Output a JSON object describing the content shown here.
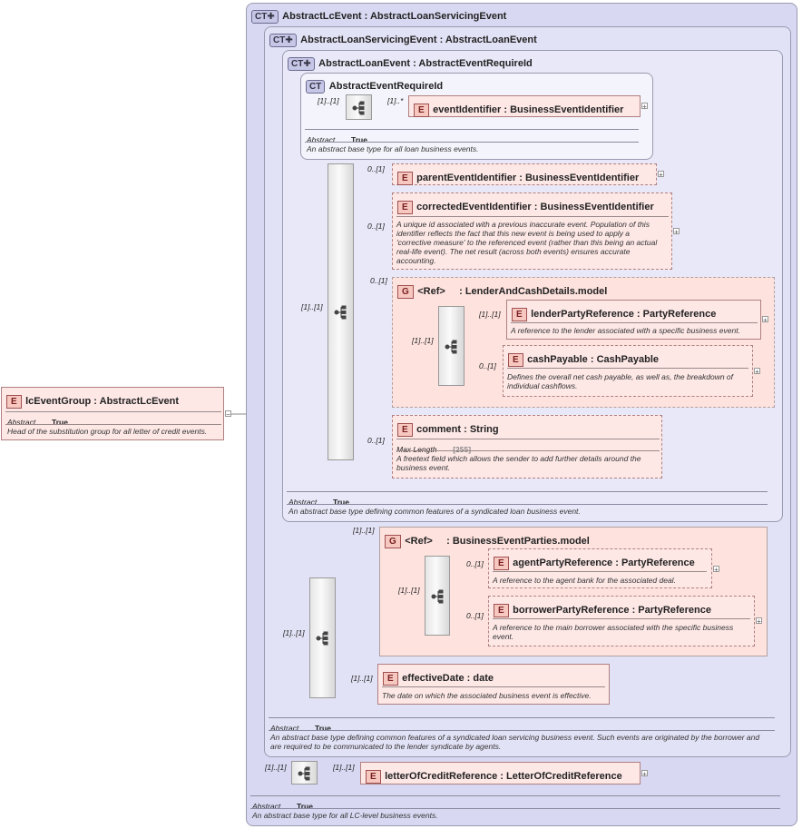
{
  "root": {
    "name": "lcEventGroup",
    "type": "AbstractLcEvent",
    "abstract_label": "Abstract",
    "abstract_value": "True",
    "doc": "Head of the substitution group for all letter of credit events."
  },
  "ct1": {
    "name": "AbstractLcEvent",
    "base": "AbstractLoanServicingEvent",
    "abstract_label": "Abstract",
    "abstract_value": "True",
    "doc": "An abstract base type for all LC-level business events."
  },
  "ct2": {
    "name": "AbstractLoanServicingEvent",
    "base": "AbstractLoanEvent",
    "abstract_label": "Abstract",
    "abstract_value": "True",
    "doc": "An abstract base type defining common features of a syndicated loan servicing business event. Such events are originated by the borrower and are required to be communicated to the lender syndicate by agents."
  },
  "ct3": {
    "name": "AbstractLoanEvent",
    "base": "AbstractEventRequireId",
    "abstract_label": "Abstract",
    "abstract_value": "True",
    "doc": "An abstract base type defining common features of a syndicated loan business event."
  },
  "ct4": {
    "name": "AbstractEventRequireId",
    "abstract_label": "Abstract",
    "abstract_value": "True",
    "doc": "An abstract base type for all loan business events."
  },
  "elements": {
    "eventIdentifier": {
      "name": "eventIdentifier",
      "type": "BusinessEventIdentifier",
      "card": "[1]..*"
    },
    "parentEventIdentifier": {
      "name": "parentEventIdentifier",
      "type": "BusinessEventIdentifier",
      "card": "0..[1]"
    },
    "correctedEventIdentifier": {
      "name": "correctedEventIdentifier",
      "type": "BusinessEventIdentifier",
      "card": "0..[1]",
      "doc": "A unique id associated with a previous inaccurate event. Population of this identifier reflects the fact that this new event is being used to apply a 'corrective measure' to the referenced event (rather than this being an actual real-life event). The net result (across both events) ensures accurate accounting."
    },
    "lenderPartyReference": {
      "name": "lenderPartyReference",
      "type": "PartyReference",
      "card": "[1]..[1]",
      "doc": "A reference to the lender associated with a specific business event."
    },
    "cashPayable": {
      "name": "cashPayable",
      "type": "CashPayable",
      "card": "0..[1]",
      "doc": "Defines the overall net cash payable, as well as, the breakdown of individual cashflows."
    },
    "comment": {
      "name": "comment",
      "type": "String",
      "card": "0..[1]",
      "prop_label": "Max Length",
      "prop_value": "[255]",
      "doc": "A freetext field which allows the sender to add further details around the business event."
    },
    "agentPartyReference": {
      "name": "agentPartyReference",
      "type": "PartyReference",
      "card": "0..[1]",
      "doc": "A reference to the agent bank for the associated deal."
    },
    "borrowerPartyReference": {
      "name": "borrowerPartyReference",
      "type": "PartyReference",
      "card": "0..[1]",
      "doc": "A reference to the main borrower associated with the specific business event."
    },
    "effectiveDate": {
      "name": "effectiveDate",
      "type": "date",
      "card": "[1]..[1]",
      "doc": "The date on which the associated business event is effective."
    },
    "letterOfCreditReference": {
      "name": "letterOfCreditReference",
      "type": "LetterOfCreditReference",
      "card": "[1]..[1]"
    }
  },
  "groups": {
    "lenderAndCash": {
      "ref": "<Ref>",
      "name": "LenderAndCashDetails.model",
      "card": "0..[1]",
      "seq_card": "[1]..[1]"
    },
    "businessEventParties": {
      "ref": "<Ref>",
      "name": "BusinessEventParties.model",
      "card": "[1]..[1]",
      "seq_card": "[1]..[1]"
    }
  },
  "sequences": {
    "s_ct4": "[1]..[1]",
    "s_ct3": "[1]..[1]",
    "s_ct2": "[1]..[1]",
    "s_ct1": "[1]..[1]"
  },
  "icons": {
    "ct": "CT",
    "ct_ext": "CT✚",
    "e": "E",
    "g": "G",
    "seq": "sequence-icon",
    "plus": "+",
    "minus": "−"
  },
  "colors": {
    "element_fill": "#fde8e6",
    "ct_fill": "#e2e2f6",
    "border_element": "#b08080",
    "border_ct": "#9a9ab0"
  },
  "sep": " : "
}
